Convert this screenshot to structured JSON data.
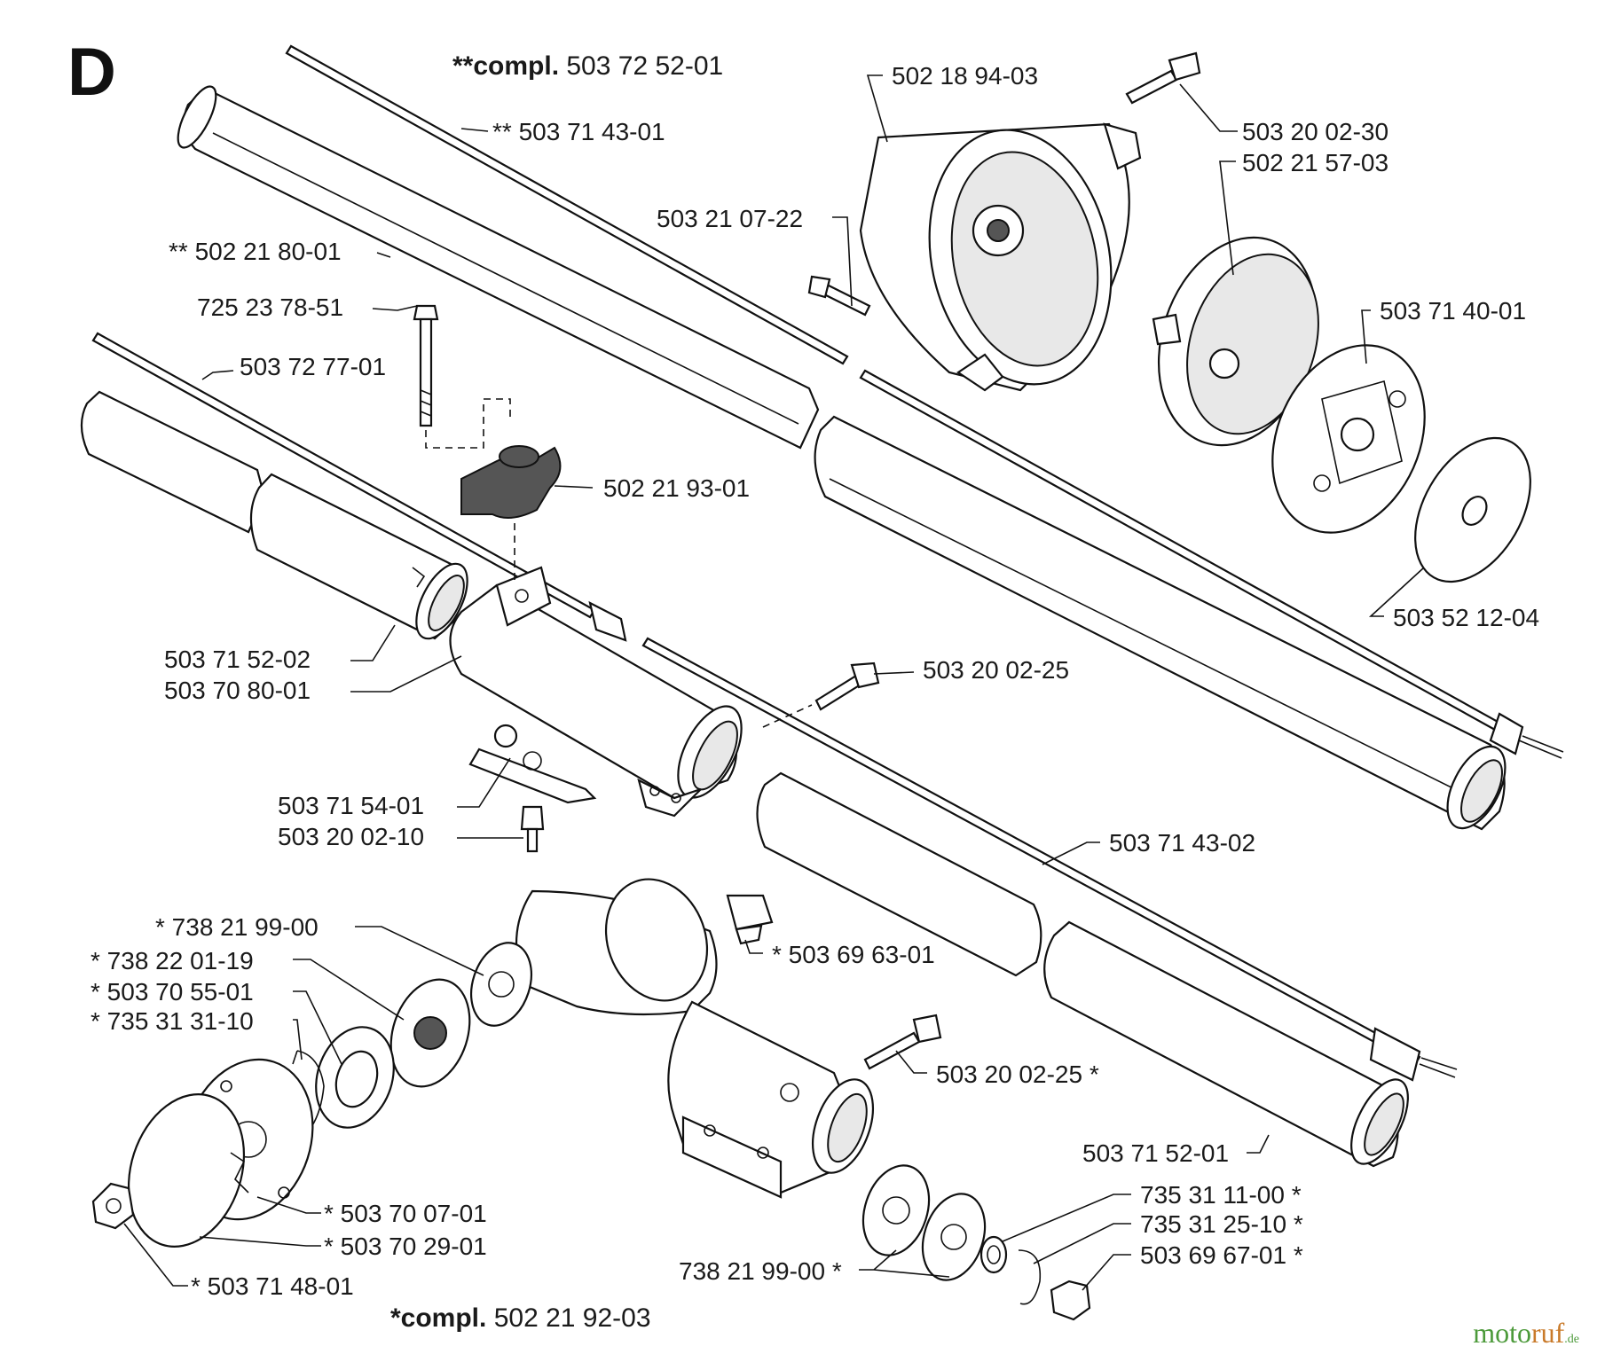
{
  "section_letter": "D",
  "compl_top": {
    "prefix": "**compl.",
    "number": "503 72 52-01"
  },
  "compl_bottom": {
    "prefix": "*compl.",
    "number": "502 21 92-03"
  },
  "labels": {
    "l_503_71_43_01": "** 503 71 43-01",
    "l_502_21_80_01": "** 502 21 80-01",
    "l_725_23_78_51": "725 23 78-51",
    "l_503_72_77_01": "503 72 77-01",
    "l_502_21_93_01": "502 21 93-01",
    "l_503_71_52_02": "503 71 52-02",
    "l_503_70_80_01": "503 70 80-01",
    "l_503_71_54_01": "503 71 54-01",
    "l_503_20_02_10": "503 20 02-10",
    "l_502_18_94_03": "502 18 94-03",
    "l_503_20_02_30": "503 20 02-30",
    "l_502_21_57_03": "502 21 57-03",
    "l_503_21_07_22": "503 21 07-22",
    "l_503_71_40_01": "503 71 40-01",
    "l_503_52_12_04": "503 52 12-04",
    "l_503_20_02_25_a": "503 20 02-25",
    "l_503_71_43_02": "503 71 43-02",
    "l_738_21_99_00_a": "* 738 21 99-00",
    "l_738_22_01_19": "* 738 22 01-19",
    "l_503_70_55_01": "* 503 70 55-01",
    "l_735_31_31_10": "* 735 31 31-10",
    "l_503_69_63_01": "* 503 69 63-01",
    "l_503_20_02_25_b": "503 20 02-25 *",
    "l_503_71_52_01": "503 71 52-01",
    "l_503_70_07_01": "* 503 70 07-01",
    "l_503_70_29_01": "* 503 70 29-01",
    "l_503_71_48_01": "* 503 71 48-01",
    "l_735_31_11_00": "735 31 11-00 *",
    "l_735_31_25_10": "735 31 25-10 *",
    "l_503_69_67_01": "503 69 67-01 *",
    "l_738_21_99_00_b": "738 21 99-00 *"
  },
  "watermark": {
    "part1": "moto",
    "part2": "ruf",
    "part3": ".de"
  }
}
